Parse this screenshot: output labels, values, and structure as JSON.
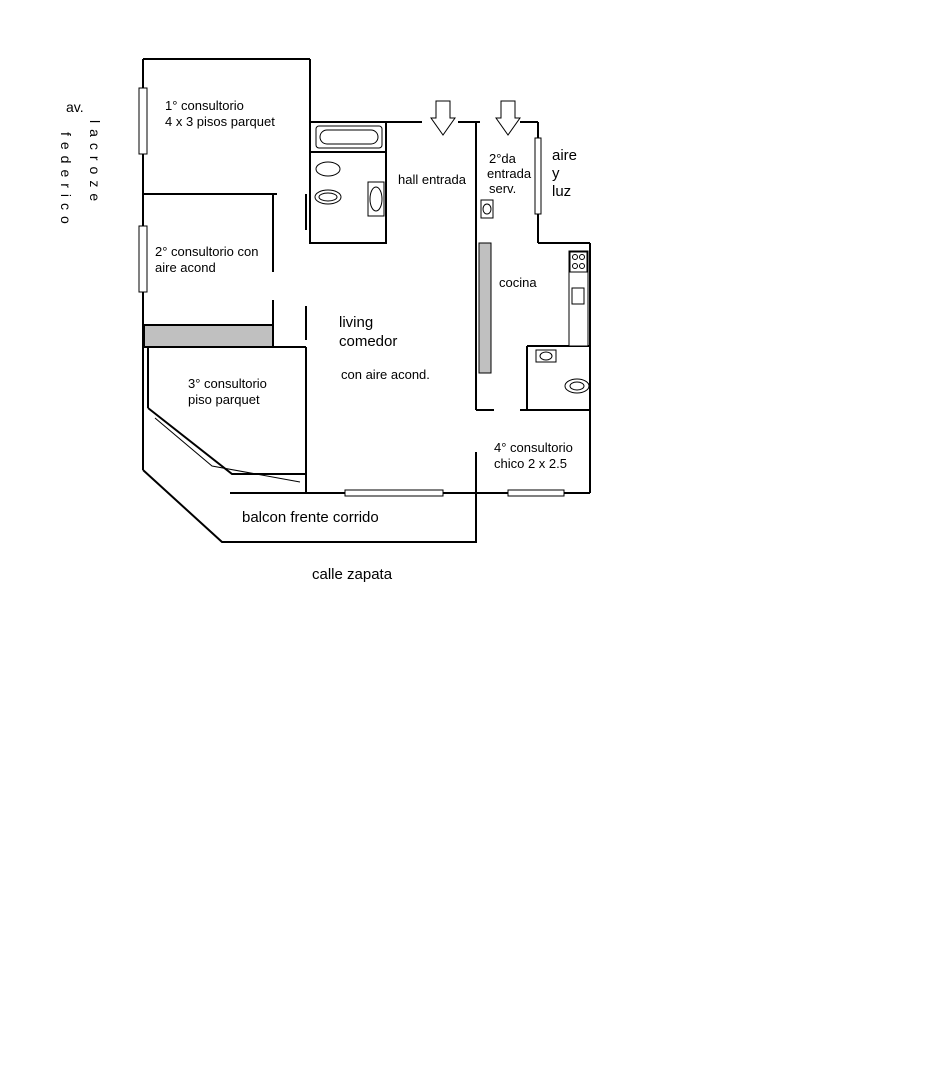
{
  "labels": {
    "street_left_part1": "av.",
    "street_left_part2": "federico",
    "street_left_part3": "lacroze",
    "street_bottom": "calle zapata",
    "room1_line1": "1° consultorio",
    "room1_line2": "4 x 3 pisos parquet",
    "room2_line1": "2° consultorio con",
    "room2_line2": "aire acond",
    "room3_line1": "3° consultorio",
    "room3_line2": "piso parquet",
    "room4_line1": "4° consultorio",
    "room4_line2": "chico 2 x 2.5",
    "hall": "hall entrada",
    "service_line1": "2°da",
    "service_line2": "entrada",
    "service_line3": "serv.",
    "air_line1": "aire",
    "air_line2": "y",
    "air_line3": "luz",
    "kitchen": "cocina",
    "living_line1": "living",
    "living_line2": "comedor",
    "living_line3": "con aire acond.",
    "balcony": "balcon frente corrido"
  },
  "icons": [
    "entrance-arrow-icon",
    "service-entrance-arrow-icon",
    "bathtub-icon",
    "toilet-icon",
    "sink-icon",
    "stove-icon"
  ]
}
